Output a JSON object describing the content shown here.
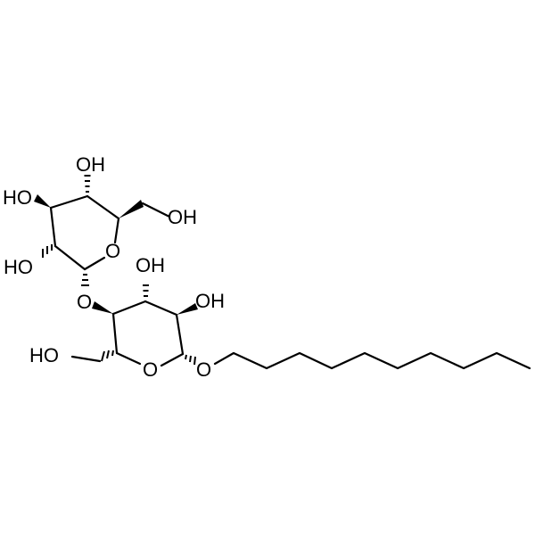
{
  "molecule": {
    "atom_labels": {
      "oh_top": "OH",
      "ho_left_upper": "HO",
      "oh_ch2_upper": "OH",
      "ring_o_upper": "O",
      "ho_left_mid": "HO",
      "oh_mid": "OH",
      "oh_right_mid": "OH",
      "o_glycosidic": "O",
      "ho_left_lower": "HO",
      "ring_o_lower": "O",
      "o_ether": "O"
    },
    "colors": {
      "ink": "#000000",
      "background": "#ffffff"
    }
  }
}
